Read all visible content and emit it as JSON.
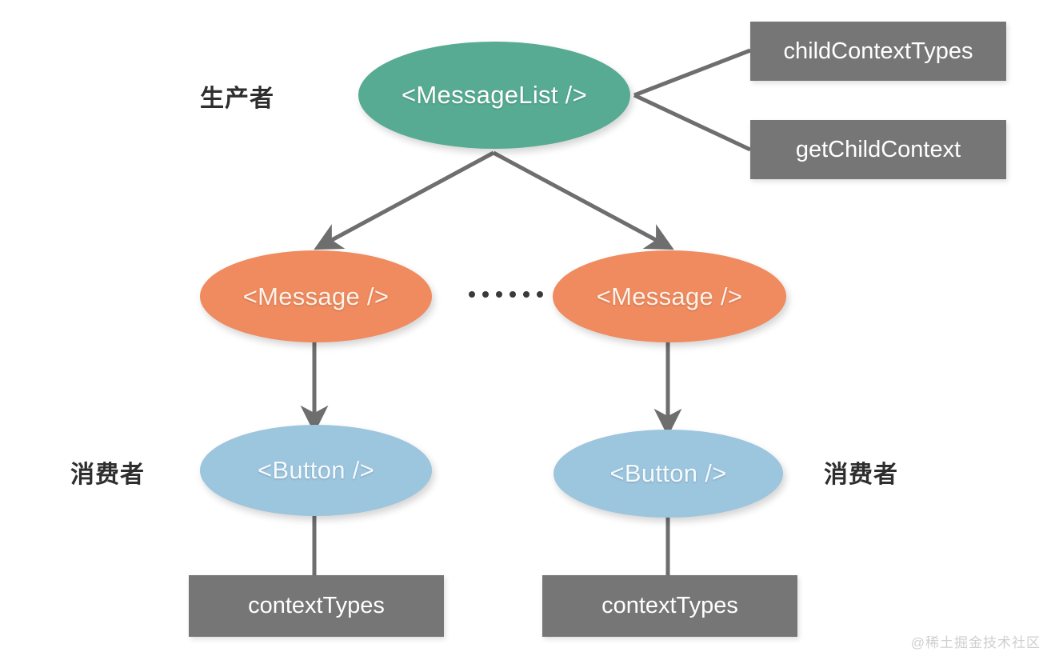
{
  "diagram": {
    "title": "React Context producer-consumer component tree",
    "colors": {
      "producer_node": "#57ab92",
      "message_node": "#f08a5f",
      "consumer_node": "#9cc5de",
      "api_box": "#767676",
      "edge": "#6e6e6e",
      "label_text": "#2e2e2e",
      "watermark": "#cfcfcf"
    },
    "nodes": {
      "message_list": "<MessageList />",
      "child_context_types": "childContextTypes",
      "get_child_context": "getChildContext",
      "message_left": "<Message />",
      "message_right": "<Message />",
      "button_left": "<Button />",
      "button_right": "<Button />",
      "context_types_left": "contextTypes",
      "context_types_right": "contextTypes"
    },
    "labels": {
      "producer": "生产者",
      "consumer_left": "消费者",
      "consumer_right": "消费者",
      "ellipsis_dot_count": 6
    },
    "watermark": "@稀土掘金技术社区"
  }
}
